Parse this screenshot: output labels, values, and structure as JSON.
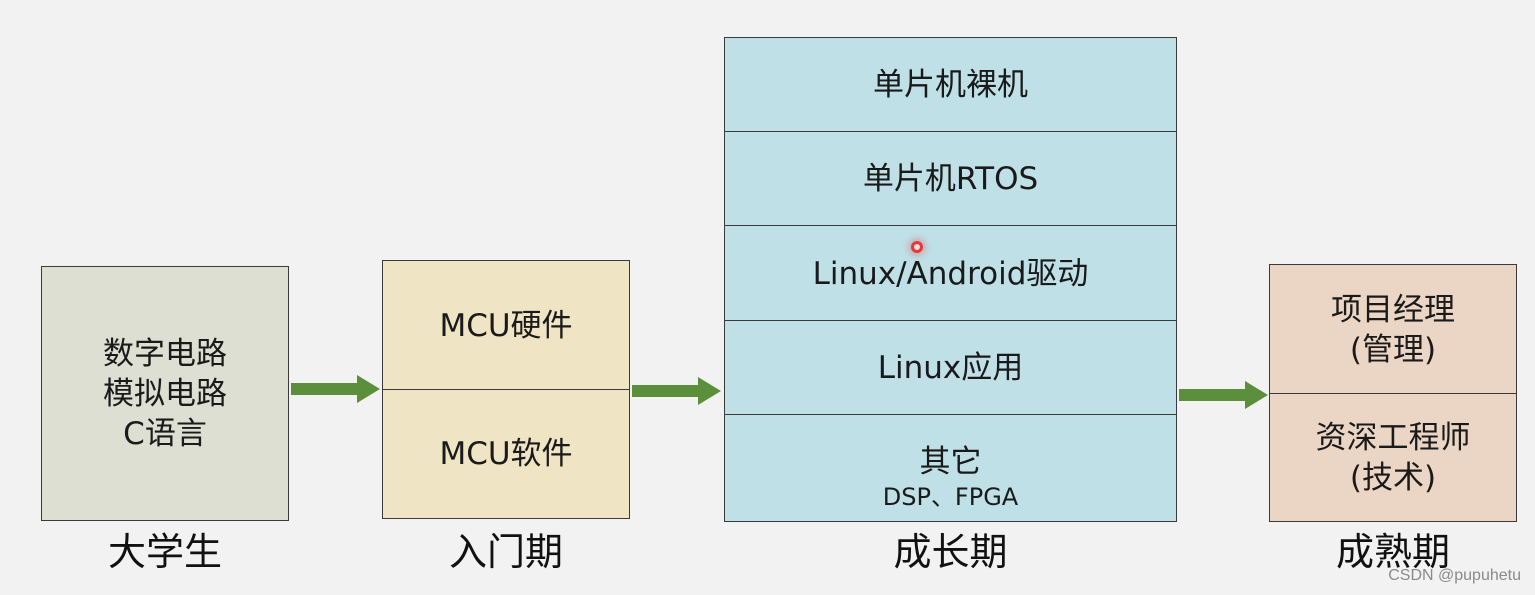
{
  "stages": {
    "student": {
      "label": "大学生",
      "items": [
        "数字电路",
        "模拟电路",
        "C语言"
      ],
      "fill": "#dcdfd2"
    },
    "entry": {
      "label": "入门期",
      "items": [
        "MCU硬件",
        "MCU软件"
      ],
      "fill": "#efe4c4"
    },
    "growth": {
      "label": "成长期",
      "items": [
        "单片机裸机",
        "单片机RTOS",
        "Linux/Android驱动",
        "Linux应用",
        "其它"
      ],
      "other_note": "DSP、FPGA",
      "fill": "#bfe0e6"
    },
    "mature": {
      "label": "成熟期",
      "items": [
        {
          "title": "项目经理",
          "note": "(管理)"
        },
        {
          "title": "资深工程师",
          "note": "(技术)"
        }
      ],
      "fill": "#ebd6c6"
    }
  },
  "arrow_color": "#5b8f3c",
  "watermark": "CSDN @pupuhetu"
}
